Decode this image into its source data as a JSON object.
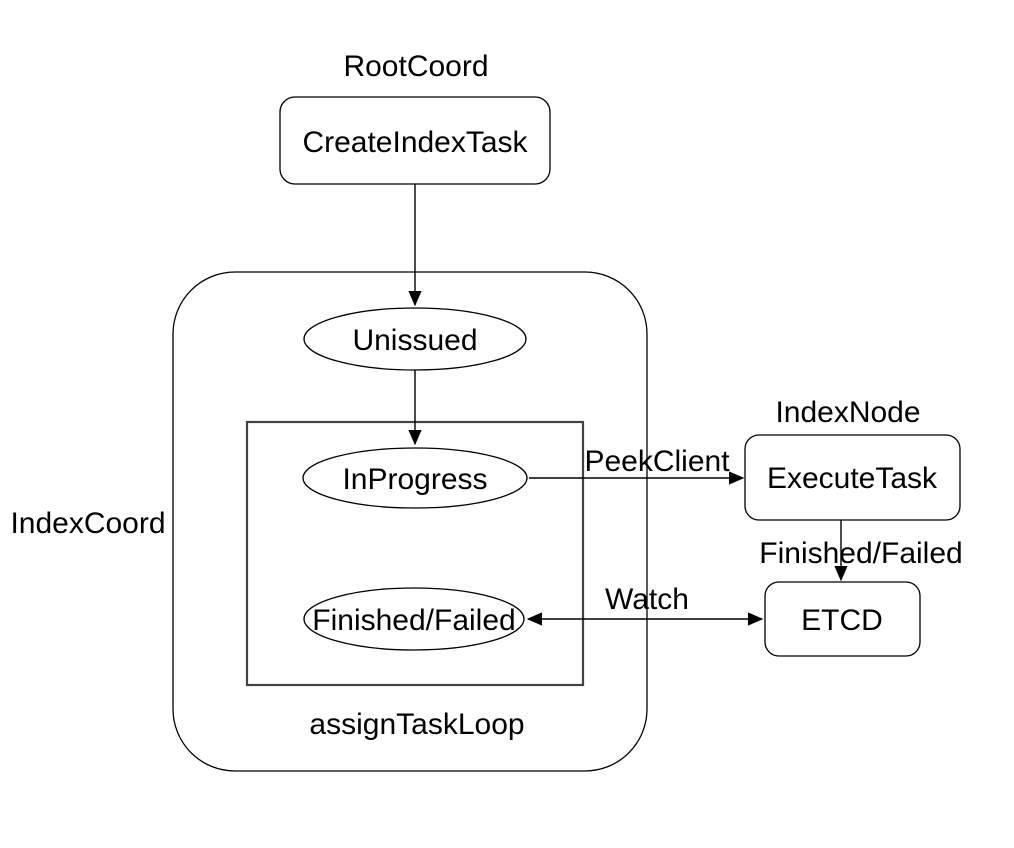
{
  "diagram": {
    "type": "flow-diagram",
    "background": "#ffffff",
    "stroke_color": "#000000",
    "inner_loop_stroke_color": "#424242",
    "text_color": "#000000",
    "external_labels": {
      "root_coord": "RootCoord",
      "index_coord": "IndexCoord",
      "index_node": "IndexNode"
    },
    "containers": {
      "index_coord_group": {
        "label": "IndexCoord",
        "shape": "rounded-rect"
      },
      "assign_task_loop": {
        "label": "assignTaskLoop",
        "shape": "rect"
      }
    },
    "nodes": [
      {
        "id": "create_index_task",
        "label": "CreateIndexTask",
        "shape": "rounded-rect",
        "group": "RootCoord"
      },
      {
        "id": "unissued",
        "label": "Unissued",
        "shape": "ellipse",
        "group": "IndexCoord"
      },
      {
        "id": "in_progress",
        "label": "InProgress",
        "shape": "ellipse",
        "group": "assignTaskLoop"
      },
      {
        "id": "finished_failed",
        "label": "Finished/Failed",
        "shape": "ellipse",
        "group": "assignTaskLoop"
      },
      {
        "id": "execute_task",
        "label": "ExecuteTask",
        "shape": "rounded-rect",
        "group": "IndexNode"
      },
      {
        "id": "etcd",
        "label": "ETCD",
        "shape": "rounded-rect",
        "group": ""
      }
    ],
    "edges": [
      {
        "from": "create_index_task",
        "to": "unissued",
        "label": "",
        "direction": "down"
      },
      {
        "from": "unissued",
        "to": "in_progress",
        "label": "",
        "direction": "down"
      },
      {
        "from": "in_progress",
        "to": "execute_task",
        "label": "PeekClient",
        "direction": "right"
      },
      {
        "from": "execute_task",
        "to": "etcd",
        "label": "Finished/Failed",
        "direction": "down"
      },
      {
        "from": "finished_failed",
        "to": "etcd",
        "label": "Watch",
        "direction": "both",
        "bidirectional": true
      }
    ]
  }
}
